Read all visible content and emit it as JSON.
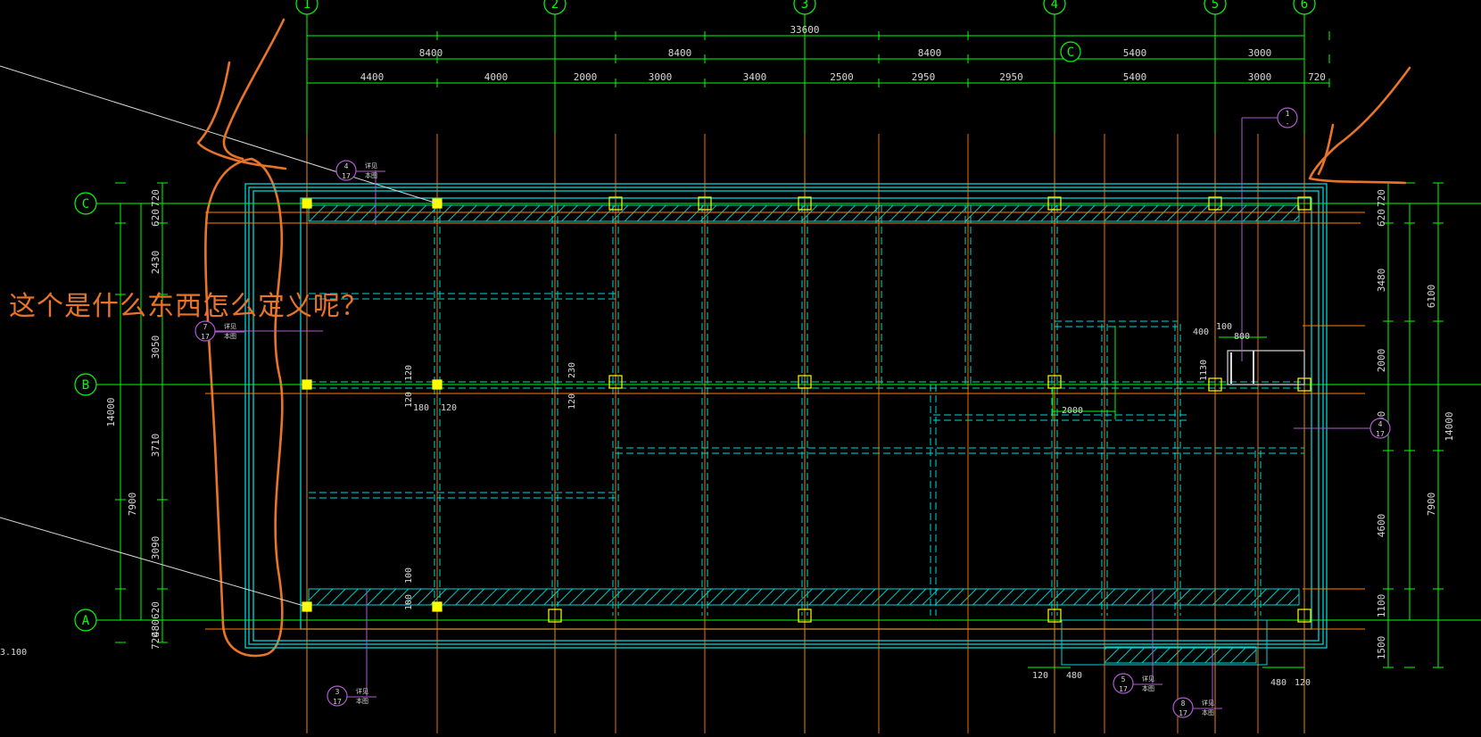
{
  "annotation": {
    "question": "这个是什么东西怎么定义呢？"
  },
  "grid": {
    "col_labels": [
      "1",
      "2",
      "3",
      "4",
      "5",
      "6"
    ],
    "row_labels": [
      "C",
      "B",
      "A"
    ],
    "stray_label": "C"
  },
  "dims": {
    "overall": "33600",
    "bays": [
      "8400",
      "8400",
      "8400",
      "5400",
      "3000"
    ],
    "sub": [
      "4400",
      "4000",
      "2000",
      "3000",
      "3400",
      "2500",
      "2950",
      "2950",
      "5400",
      "3000",
      "720"
    ],
    "left_total": "14000",
    "left_a": [
      "720",
      "620",
      "2430",
      "3050",
      "3710",
      "3090",
      "620",
      "480",
      "720"
    ],
    "left_b": [
      "7900"
    ],
    "right_total": "14000",
    "right_a": [
      "720",
      "620",
      "3480",
      "2000",
      "2200",
      "4600",
      "1100",
      "1500"
    ],
    "right_b": [
      "6100",
      "7900"
    ]
  },
  "detail_dims": [
    "120",
    "120",
    "180",
    "120",
    "230",
    "120",
    "100",
    "100",
    "400",
    "100",
    "800",
    "1130",
    "2000",
    "120",
    "480",
    "480",
    "120"
  ],
  "details": [
    {
      "num": "4",
      "sheet": "17",
      "t1": "详见",
      "t2": "本图"
    },
    {
      "num": "7",
      "sheet": "17",
      "t1": "详见",
      "t2": "本图"
    },
    {
      "num": "1",
      "sheet": "-"
    },
    {
      "num": "4",
      "sheet": "17"
    },
    {
      "num": "3",
      "sheet": "17",
      "t1": "详见",
      "t2": "本图"
    },
    {
      "num": "5",
      "sheet": "17",
      "t1": "详见",
      "t2": "本图"
    },
    {
      "num": "8",
      "sheet": "17",
      "t1": "详见",
      "t2": "本图"
    }
  ],
  "level_note": "3.100",
  "colors": {
    "green": "#00ff00",
    "cyan": "#00d6d6",
    "orange": "#ff7f00",
    "yellow": "#ffff00",
    "magenta": "#b05ad0",
    "white": "#d8d8d8",
    "sketch": "#e8742a",
    "hatch": "#00c8c8"
  }
}
